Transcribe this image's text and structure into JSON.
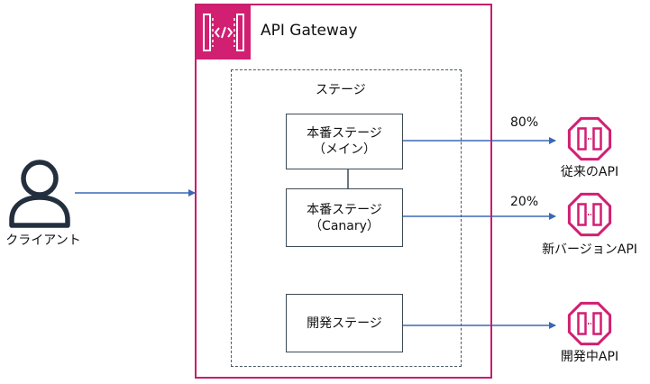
{
  "client": {
    "label": "クライアント"
  },
  "gateway": {
    "title": "API Gateway"
  },
  "stage_group": {
    "label": "ステージ"
  },
  "stages": [
    {
      "line1": "本番ステージ",
      "line2": "（メイン）"
    },
    {
      "line1": "本番ステージ",
      "line2": "（Canary）"
    },
    {
      "line1": "開発ステージ",
      "line2": ""
    }
  ],
  "routes": [
    {
      "percent": "80%",
      "target": "従来のAPI"
    },
    {
      "percent": "20%",
      "target": "新バージョンAPI"
    },
    {
      "percent": "",
      "target": "開発中API"
    }
  ],
  "colors": {
    "gateway_accent": "#d11f72",
    "arrow": "#3a68b5",
    "box_border": "#3c4b56",
    "client_icon": "#232f3e"
  }
}
